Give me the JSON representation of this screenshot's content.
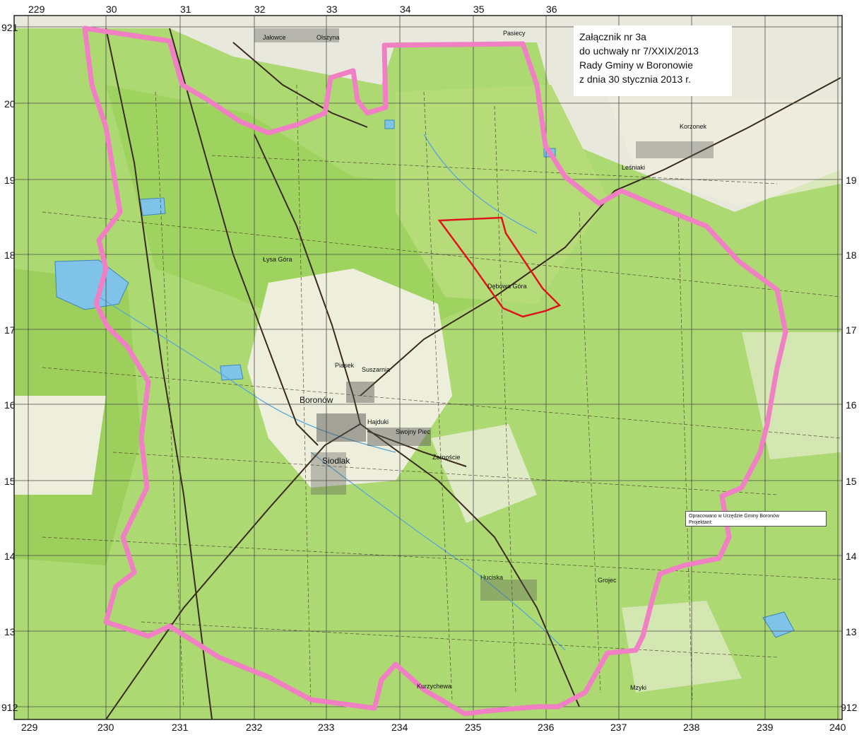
{
  "annex": {
    "line1": "Załącznik nr 3a",
    "line2": "do uchwały nr 7/XXIX/2013",
    "line3": "Rady Gminy w Boronowie",
    "line4": "z dnia 30 stycznia 2013 r."
  },
  "credit": {
    "line1": "Opracowano w Urzędzie Gminy Boronów",
    "line2": "Projektant:"
  },
  "grid": {
    "top_labels": [
      "229",
      "30",
      "31",
      "32",
      "33",
      "34",
      "35",
      "36"
    ],
    "bottom_labels": [
      "229",
      "230",
      "231",
      "232",
      "233",
      "234",
      "235",
      "236",
      "237",
      "238",
      "239",
      "240"
    ],
    "left_labels": [
      "921",
      "20",
      "19",
      "18",
      "17",
      "16",
      "15",
      "14",
      "13",
      "912"
    ],
    "right_labels": [
      "19",
      "18",
      "17",
      "16",
      "15",
      "14",
      "13",
      "912"
    ]
  },
  "places": {
    "boronow": "Boronów",
    "siodlak": "Siodlak",
    "lysa_gora": "Łysa Góra",
    "debowa_gora": "Dębowa Góra",
    "lesniaki": "Leśniaki",
    "korzonek": "Korzonek",
    "jalowce": "Jałowce",
    "olszyna": "Olszyna",
    "pasiecy": "Pasiecy",
    "zarnoscie": "Żarnoście",
    "swojny_piec": "Swojny Piec",
    "hajduki": "Hajduki",
    "suszarnia": "Suszarnia",
    "piasek": "Piasek",
    "grojec": "Grojec",
    "kurzychewa": "Kurzychewa",
    "mzyki": "Mzyki",
    "huciska": "Huciska"
  },
  "colors": {
    "forest": "#a9d86a",
    "open_land": "#e9e8dc",
    "boundary": "#f07fc4",
    "study_area": "#e0141c",
    "water": "#7fc3e8",
    "roads": "#3a2a1a",
    "grid": "#4a4a4a"
  }
}
